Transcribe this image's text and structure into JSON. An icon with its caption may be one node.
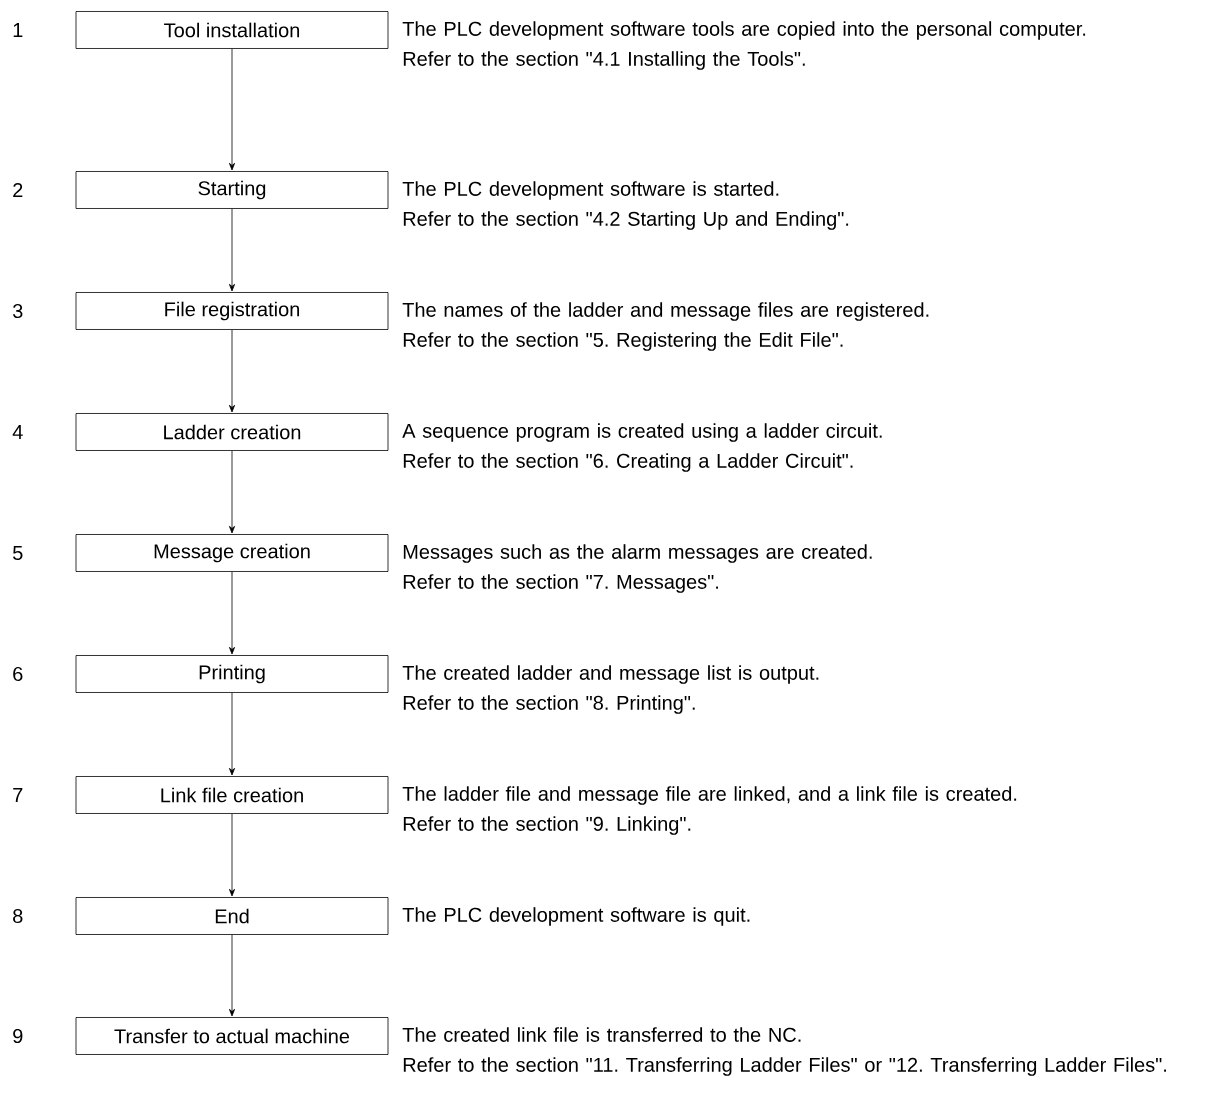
{
  "diagram": {
    "nodes": [
      {
        "text": [
          "Tool installation"
        ],
        "beside": [
          "1",
          "The PLC development software tools are copied into the personal computer.",
          "Refer to the section \"4.1 Installing the Tools\"."
        ]
      },
      {
        "text": [
          "Starting"
        ],
        "beside": [
          "2",
          "The PLC development software is started.",
          "Refer to the section \"4.2 Starting Up and Ending\"."
        ]
      },
      {
        "text": [
          "File registration"
        ],
        "beside": [
          "3",
          "The names of the ladder and message files are registered.",
          "Refer to the section \"5. Registering the Edit File\"."
        ]
      },
      {
        "text": [
          "Ladder creation"
        ],
        "beside": [
          "4",
          "A sequence program is created using a ladder circuit.",
          "Refer to the section \"6. Creating a Ladder Circuit\"."
        ]
      },
      {
        "text": [
          "Message creation"
        ],
        "beside": [
          "5",
          "Messages such as the alarm messages are created.",
          "Refer to the section \"7. Messages\"."
        ]
      },
      {
        "text": [
          "Printing"
        ],
        "beside": [
          "6",
          "The created ladder and message list is output.",
          "Refer to the section \"8. Printing\"."
        ]
      },
      {
        "text": [
          "Link file creation"
        ],
        "beside": [
          "7",
          "The ladder file and message file are linked, and a link file is created.",
          "Refer to the section \"9. Linking\"."
        ]
      },
      {
        "text": [
          "End"
        ],
        "beside": [
          "8",
          "The PLC development software is quit."
        ]
      },
      {
        "text": [
          "Transfer to actual machine"
        ],
        "beside": [
          "9",
          "The created link file is transferred to the NC.",
          "Refer to the section \"11. Transferring Ladder Files\" or \"12. Transferring Ladder Files\"."
        ]
      }
    ],
    "edges": [
      {
        "from": 0,
        "to": 1,
        "arrow": "to"
      },
      {
        "from": 1,
        "to": 2,
        "arrow": "to"
      },
      {
        "from": 2,
        "to": 3,
        "arrow": "to"
      },
      {
        "from": 3,
        "to": 4,
        "arrow": "to"
      },
      {
        "from": 4,
        "to": 5,
        "arrow": "to"
      },
      {
        "from": 5,
        "to": 6,
        "arrow": "to"
      },
      {
        "from": 6,
        "to": 7,
        "arrow": "to"
      },
      {
        "from": 7,
        "to": 8,
        "arrow": "to"
      }
    ]
  }
}
